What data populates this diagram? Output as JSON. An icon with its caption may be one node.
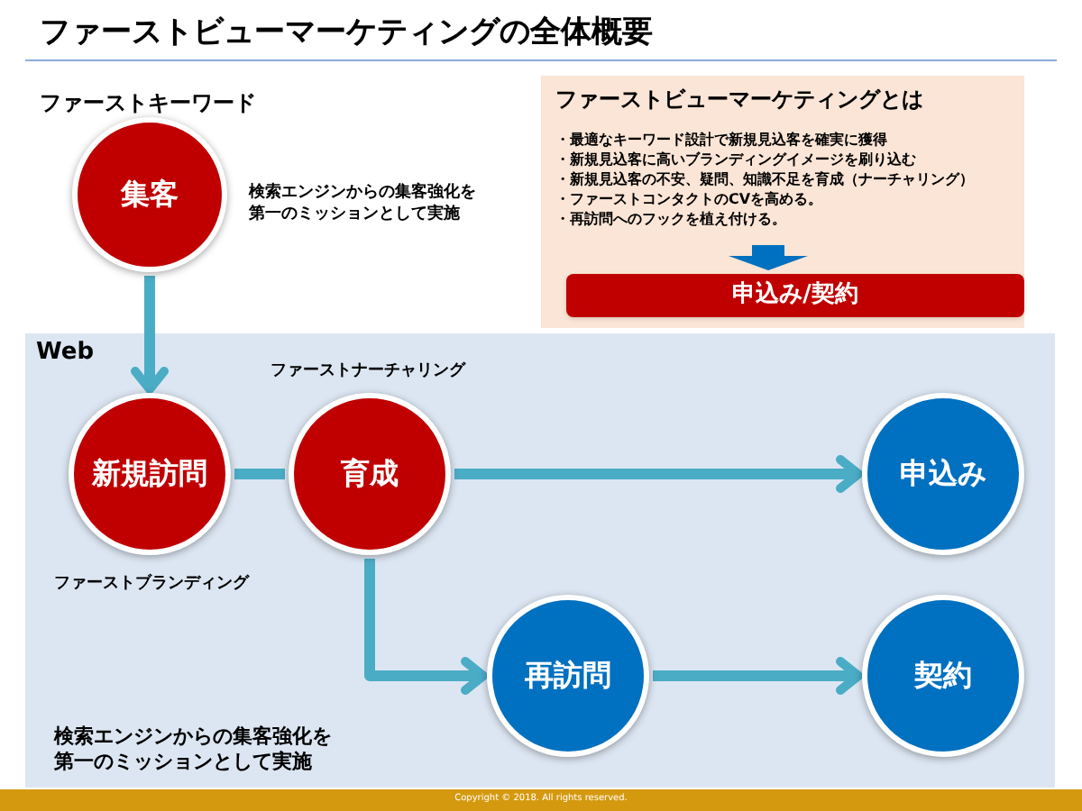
{
  "diagram": {
    "title": "ファーストビューマーケティングの全体概要",
    "nodes": [
      {
        "text": [
          "集客"
        ],
        "beside": [
          "ファーストキーワード",
          "検索エンジンからの集客強化を第一のミッションとして実施"
        ]
      },
      {
        "text": [
          "ファーストビューマーケティングとは",
          "・最適なキーワード設計で新規見込客を確実に獲得",
          "・新規見込客に高いブランディングイメージを刷り込む",
          "・新規見込客の不安、疑問、知識不足を育成（ナーチャリング）",
          "・ファーストコンタクトのCVを高める。",
          "・再訪問へのフックを植え付ける。"
        ]
      },
      {
        "text": [
          "申込み/契約"
        ],
        "in": 1
      },
      {
        "text": [
          "Web"
        ]
      },
      {
        "text": [
          "新規訪問"
        ],
        "in": 3,
        "beside": [
          "ファーストブランディング"
        ]
      },
      {
        "text": [
          "育成"
        ],
        "in": 3,
        "beside": [
          "ファーストナーチャリング"
        ]
      },
      {
        "text": [
          "申込み"
        ],
        "in": 3
      },
      {
        "text": [
          "再訪問"
        ],
        "in": 3
      },
      {
        "text": [
          "契約"
        ],
        "in": 3
      }
    ],
    "edges": [
      {
        "from": 0,
        "to": 4,
        "arrow": "to"
      },
      {
        "from": 4,
        "to": 5,
        "arrow": "none"
      },
      {
        "from": 5,
        "to": 6,
        "arrow": "to"
      },
      {
        "from": 5,
        "to": 7,
        "arrow": "to"
      },
      {
        "from": 7,
        "to": 8,
        "arrow": "to"
      }
    ],
    "labels": [
      "検索エンジンからの集客強化を第一のミッションとして実施",
      "Copyright © 2018. All rights reserved."
    ]
  }
}
